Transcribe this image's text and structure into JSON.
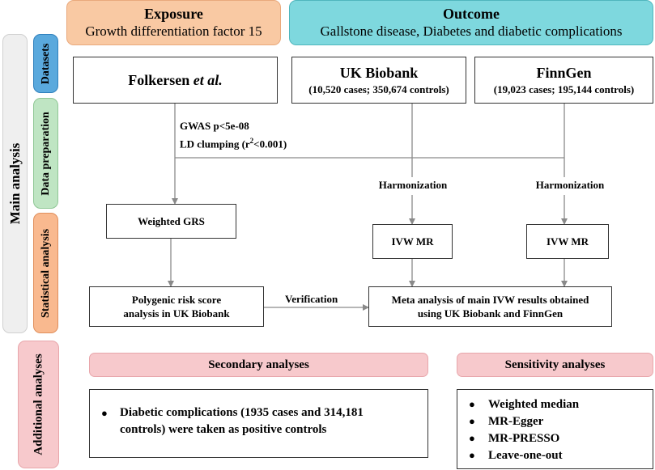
{
  "exposure": {
    "title": "Exposure",
    "subtitle": "Growth differentiation factor 15"
  },
  "outcome": {
    "title": "Outcome",
    "subtitle": "Gallstone disease, Diabetes and diabetic complications"
  },
  "side_labels": {
    "main": "Main analysis",
    "datasets": "Datasets",
    "data_preparation": "Data preparation",
    "statistical": "Statistical analysis",
    "additional": "Additional analyses"
  },
  "datasets": {
    "folkersen_name": "Folkersen",
    "folkersen_suffix": "et al.",
    "ukb_title": "UK Biobank",
    "ukb_sub": "(10,520 cases;  350,674 controls)",
    "finngen_title": "FinnGen",
    "finngen_sub": "(19,023 cases;  195,144 controls)"
  },
  "preparation": {
    "gwas": "GWAS p<5e-08",
    "ld_prefix": "LD clumping (r",
    "ld_sup": "2",
    "ld_suffix": "<0.001)",
    "harmonization": "Harmonization"
  },
  "statistical": {
    "weighted_grs": "Weighted GRS",
    "ivw_mr": "IVW MR",
    "prs_line1": "Polygenic risk score",
    "prs_line2": "analysis in UK Biobank",
    "verification": "Verification",
    "meta_line1": "Meta analysis of main IVW results obtained",
    "meta_line2": "using UK Biobank and FinnGen"
  },
  "additional": {
    "secondary_title": "Secondary analyses",
    "secondary_item_line1": "Diabetic complications (1935 cases and 314,181",
    "secondary_item_line2": "controls) were taken as positive controls",
    "sensitivity_title": "Sensitivity analyses",
    "sensitivity_items": [
      "Weighted median",
      "MR-Egger",
      "MR-PRESSO",
      "Leave-one-out"
    ]
  },
  "colors": {
    "exposure": "#f9c9a3",
    "outcome": "#7ed8de",
    "datasets": "#5aa9dd",
    "data_preparation": "#bfe5c3",
    "statistical": "#f9b98f",
    "additional": "#f7c9cc",
    "main": "#efefef",
    "connector": "#8a8a8a"
  }
}
